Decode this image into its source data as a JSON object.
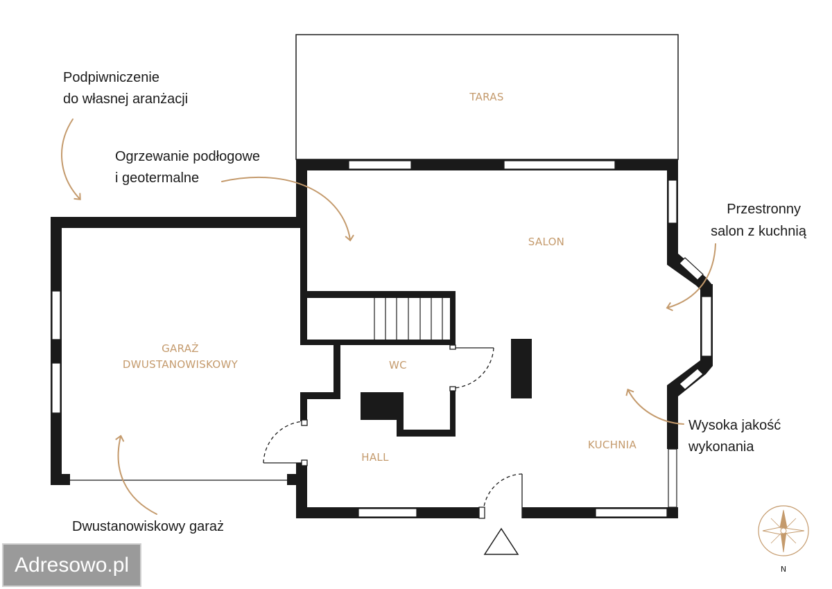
{
  "rooms": {
    "taras": "TARAS",
    "salon": "SALON",
    "garaz_line1": "GARAŻ",
    "garaz_line2": "DWUSTANOWISKOWY",
    "wc": "WC",
    "hall": "HALL",
    "kuchnia": "KUCHNIA"
  },
  "annotations": {
    "basement_line1": "Podpiwniczenie",
    "basement_line2": "do własnej aranżacji",
    "heating_line1": "Ogrzewanie podłogowe",
    "heating_line2": "i geotermalne",
    "salon_line1": "Przestronny",
    "salon_line2": "salon z kuchnią",
    "quality_line1": "Wysoka jakość",
    "quality_line2": "wykonania",
    "garage_note": "Dwustanowiskowy garaż"
  },
  "compass": {
    "label": "N"
  },
  "watermark": {
    "text": "Adresowo.pl"
  },
  "colors": {
    "wall": "#1a1a1a",
    "room_label": "#c49a6c",
    "arrow": "#c49a6c",
    "annotation_text": "#1a1a1a"
  }
}
